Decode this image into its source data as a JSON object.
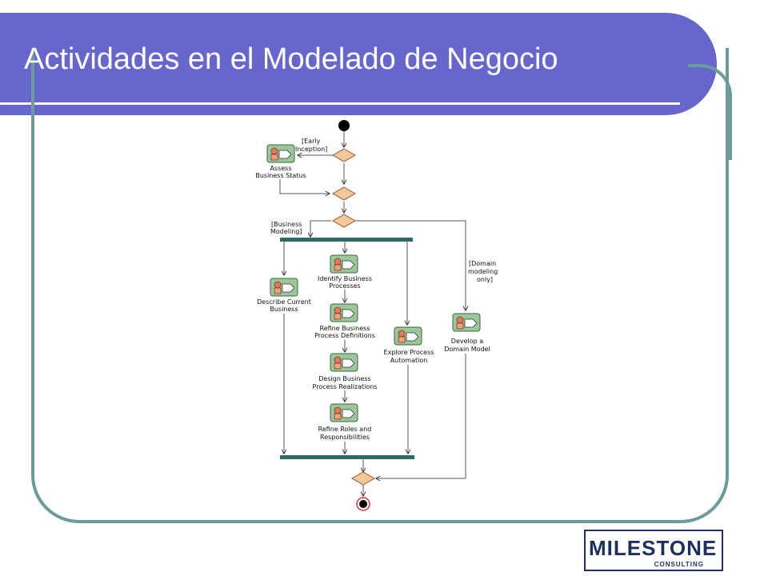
{
  "slide": {
    "title": "Actividades en el Modelado de Negocio"
  },
  "diagram": {
    "guards": {
      "early_inception": [
        "[Early",
        "Inception]"
      ],
      "business_modeling": [
        "[Business",
        "Modeling]"
      ],
      "domain_modeling_only": [
        "[Domain",
        "modeling",
        "only]"
      ]
    },
    "activities": [
      {
        "id": "assess",
        "lines": [
          "Assess",
          "Business Status"
        ]
      },
      {
        "id": "describe",
        "lines": [
          "Describe Current",
          "Business"
        ]
      },
      {
        "id": "identify",
        "lines": [
          "Identify Business",
          "Processes"
        ]
      },
      {
        "id": "refine-defs",
        "lines": [
          "Refine Business",
          "Process Definitions"
        ]
      },
      {
        "id": "design",
        "lines": [
          "Design Business",
          "Process Realizations"
        ]
      },
      {
        "id": "refine-roles",
        "lines": [
          "Refine Roles and",
          "Responsibilities"
        ]
      },
      {
        "id": "explore",
        "lines": [
          "Explore Process",
          "Automation"
        ]
      },
      {
        "id": "domain",
        "lines": [
          "Develop a",
          "Domain Model"
        ]
      }
    ]
  },
  "logo": {
    "name": "MILESTONE",
    "tagline": "CONSULTING"
  },
  "colors": {
    "title_bar": "#6666cc",
    "frame": "#6b9b9b",
    "sync_bar": "#2e6b68",
    "decision": "#f5c89a",
    "activity_fill": "#9bc79b"
  }
}
